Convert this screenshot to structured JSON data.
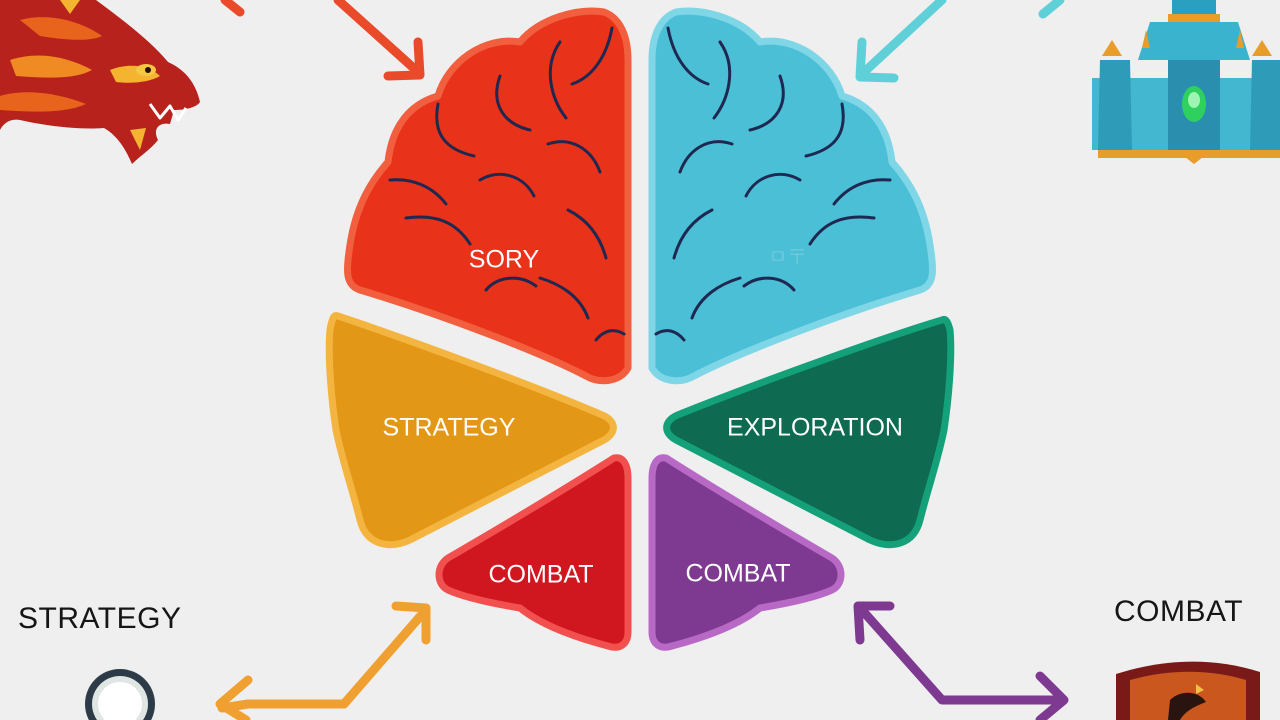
{
  "brain": {
    "left_top_label": "SORY",
    "right_top_label": "ㅁ〒",
    "left_mid_label": "STRATEGY",
    "right_mid_label": "EXPLORATION",
    "left_bottom_label": "COMBAT",
    "right_bottom_label": "COMBAT"
  },
  "corners": {
    "bottom_left_label": "STRATEGY",
    "bottom_right_label": "COMBAT"
  },
  "colors": {
    "background": "#efefef",
    "story_red": "#e8321a",
    "top_right_cyan": "#4bbfd6",
    "strategy_orange": "#e39716",
    "exploration_green": "#0e6a50",
    "combat_red": "#d0161f",
    "combat_purple": "#7e3a90",
    "arrow_orange": "#f0a030",
    "arrow_purple": "#7e3a90",
    "arrow_red": "#e84a2a",
    "arrow_cyan": "#5fd0d8"
  }
}
